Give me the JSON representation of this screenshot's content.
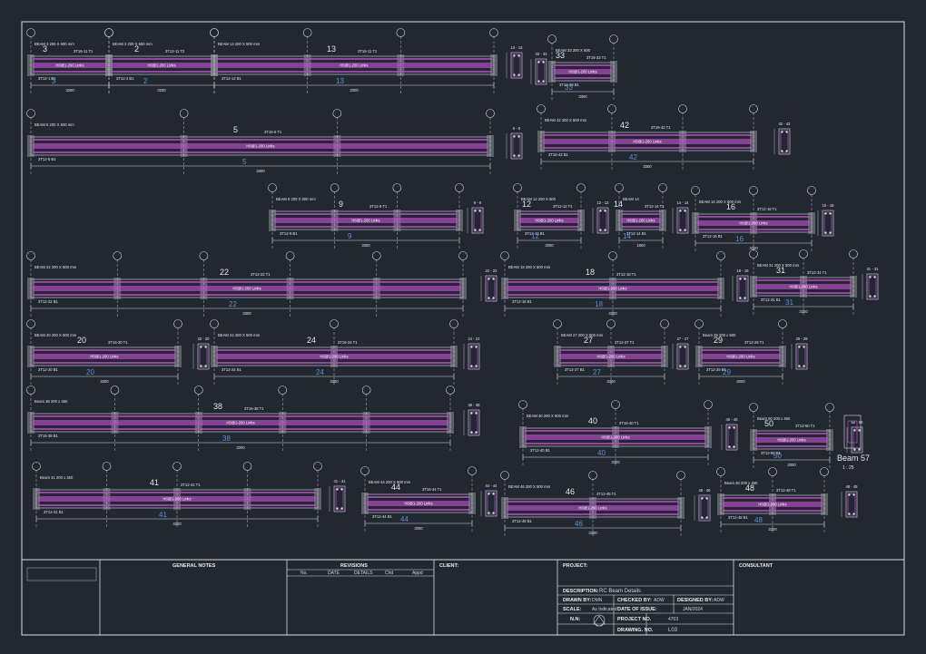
{
  "drawing": {
    "colors": {
      "background": "#212830",
      "frame": "#d9dde2",
      "beam": "#c04bd0",
      "column": "#8a9096",
      "text": "#e4e7ea",
      "mark": "#5e8fd8",
      "axis": "#d9dde2"
    },
    "beams": [
      {
        "no": "3",
        "sec": "BEAM 3 200 X 500 mm",
        "t1": "3T16-11 T1",
        "b1": "3T12-1 B1",
        "stir": "H8@1-200 Links",
        "span": "3200"
      },
      {
        "no": "2",
        "sec": "BEAM 2 200 X 500 mm",
        "t1": "3T12-11 T2",
        "b1": "3T12-2 B1",
        "stir": "H8@1-200 Links",
        "span": "3200"
      },
      {
        "no": "13",
        "sec": "BEAM 13 200 X 500 mm",
        "t1": "3T16-11 T1",
        "b1": "3T12-13 B1",
        "stir": "H8@1-200 Links",
        "span": "3300"
      },
      {
        "no": "33",
        "sec": "BEAM 33 200 X 500",
        "t1": "3T16-33 T1",
        "b1": "3T12-33 B1",
        "stir": "H8@1-200 Links",
        "span": "3300"
      },
      {
        "no": "5",
        "sec": "BEAM 5 200 X 500 mm",
        "t1": "3T16-5 T1",
        "b1": "3T12-5 B1",
        "stir": "H8@1-200 Links",
        "span": "3300"
      },
      {
        "no": "42",
        "sec": "BEAM 42 200 X 500 mm",
        "t1": "3T16-42 T1",
        "b1": "3T16-42 B1",
        "stir": "H8@1-200 Links",
        "span": "3300"
      },
      {
        "no": "9",
        "sec": "BEAM 9 200 X 500 mm",
        "t1": "3T12-9 T1",
        "b1": "3T12-9 B1",
        "stir": "H8@1-200 Links",
        "span": "3300"
      },
      {
        "no": "12",
        "sec": "BEAM 12 200 X 500",
        "t1": "3T12-12 T1",
        "b1": "3T12-12 B1",
        "stir": "H8@1-200 Links",
        "span": "2000"
      },
      {
        "no": "14",
        "sec": "BEAM 14",
        "t1": "3T12-14 T1",
        "b1": "3T12-14 B1",
        "stir": "H8@1-200 Links",
        "span": "1800"
      },
      {
        "no": "16",
        "sec": "BEAM 16 200 X 500 mm",
        "t1": "3T12-16 T1",
        "b1": "3T12-16 B1",
        "stir": "H8@1-200 Links",
        "span": "3300"
      },
      {
        "no": "22",
        "sec": "BEAM 22 200 X 500 mm",
        "t1": "3T12-22 T1",
        "b1": "3T12-22 B1",
        "stir": "H8@1-200 Links",
        "span": "3300"
      },
      {
        "no": "18",
        "sec": "BEAM 18 200 X 500 mm",
        "t1": "3T12-18 T1",
        "b1": "3T12-18 B1",
        "stir": "H8@1-200 Links",
        "span": "3300"
      },
      {
        "no": "31",
        "sec": "BEAM 31 200 X 500 mm",
        "t1": "3T12-31 T1",
        "b1": "3T12-31 B1",
        "stir": "H8@1-200 Links",
        "span": "3300"
      },
      {
        "no": "20",
        "sec": "BEAM 20 200 X 500 mm",
        "t1": "3T16-20 T1",
        "b1": "3T12-20 B1",
        "stir": "H8@1-200 Links",
        "span": "3300"
      },
      {
        "no": "24",
        "sec": "BEAM 24 200 X 500 mm",
        "t1": "3T16-24 T1",
        "b1": "3T12-24 B1",
        "stir": "H8@1-200 Links",
        "span": "3300"
      },
      {
        "no": "27",
        "sec": "BEAM 27 200 X 500 mm",
        "t1": "3T12-27 T1",
        "b1": "3T12-27 B1",
        "stir": "H8@1-200 Links",
        "span": "3300"
      },
      {
        "no": "29",
        "sec": "Beam 29 200 x 500",
        "t1": "3T12-29 T1",
        "b1": "3T12-29 B1",
        "stir": "H8@1-200 Links",
        "span": "2000"
      },
      {
        "no": "38",
        "sec": "Beam 38 200 x 450",
        "t1": "3T16-38 T1",
        "b1": "3T16-38 B1",
        "stir": "H8@1-200 Links",
        "span": "3300"
      },
      {
        "no": "40",
        "sec": "BEAM 40 200 X 500 mm",
        "t1": "3T16-40 T1",
        "b1": "3T12-40 B1",
        "stir": "H8@1-200 Links",
        "span": "3300"
      },
      {
        "no": "50",
        "sec": "Beam 50 200 x 450",
        "t1": "3T12-50 T1",
        "b1": "3T12-50 B1",
        "stir": "H8@1-200 Links",
        "span": "2000"
      },
      {
        "no": "41",
        "sec": "Beam 41 200 x 450",
        "t1": "3T12-41 T1",
        "b1": "3T12-41 B1",
        "stir": "H8@1-200 Links",
        "span": "3300"
      },
      {
        "no": "44",
        "sec": "BEAM 44 200 X 500 mm",
        "t1": "3T16-44 T1",
        "b1": "3T12-44 B1",
        "stir": "H8@1-200 Links",
        "span": "2000"
      },
      {
        "no": "46",
        "sec": "BEAM 46 200 X 500 mm",
        "t1": "3T12-46 T1",
        "b1": "3T12-46 B1",
        "stir": "H8@1-200 Links",
        "span": "3300"
      },
      {
        "no": "48",
        "sec": "Beam 48 200 x 450",
        "t1": "3T12-48 T1",
        "b1": "3T12-48 B1",
        "stir": "H8@1-200 Links",
        "span": "3300"
      }
    ],
    "beam57": {
      "title": "Beam 57",
      "scale": "1 : 25"
    },
    "title_block": {
      "general_notes_title": "GENERAL NOTES",
      "revisions_title": "REVISIONS",
      "revision_cols": [
        "No.",
        "DATE",
        "DETAILS",
        "Chd",
        "Appd"
      ],
      "client_label": "CLIENT:",
      "project_label": "PROJECT:",
      "consultant_label": "CONSULTANT",
      "description_label": "DESCRIPTION:",
      "description_value": "RC Beam Details",
      "drawn_by_label": "DRAWN BY:",
      "drawn_by_value": "DMN",
      "checked_by_label": "CHECKED BY:",
      "checked_by_value": "ADW",
      "designed_by_label": "DESIGNED BY:",
      "designed_by_value": "ADW",
      "scale_label": "SCALE:",
      "scale_value": "As Indicated",
      "date_label": "DATE OF ISSUE:",
      "date_value": "JAN/2024",
      "north_label": "N.N:",
      "project_no_label": "PROJECT NO.",
      "project_no_value": "4703",
      "drawing_no_label": "DRAWING. NO.",
      "drawing_no_value": "L03"
    }
  }
}
